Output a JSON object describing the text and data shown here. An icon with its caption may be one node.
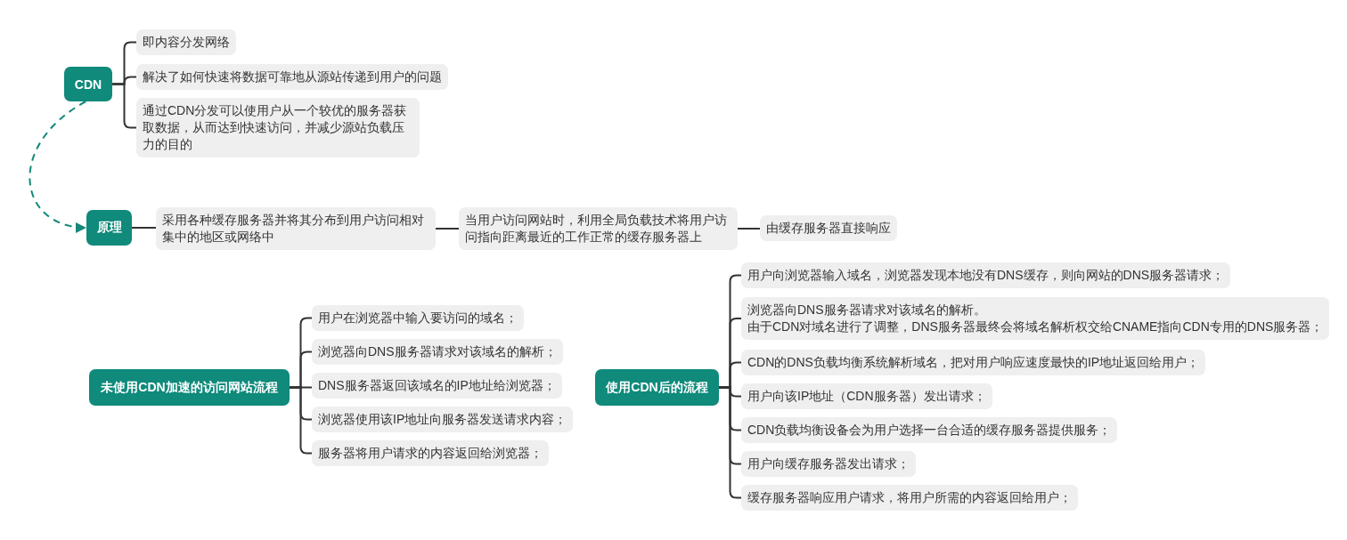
{
  "diagram": {
    "nodes": [
      {
        "text": [
          "CDN"
        ]
      },
      {
        "text": [
          "即内容分发网络"
        ]
      },
      {
        "text": [
          "解决了如何快速将数据可靠地从源站传递到用户的问题"
        ]
      },
      {
        "text": [
          "通过CDN分发可以使用户从一个较优的服务器获取数据，从而达到快速访问，并减少源站负载压力的目的"
        ]
      },
      {
        "text": [
          "原理"
        ]
      },
      {
        "text": [
          "采用各种缓存服务器并将其分布到用户访问相对集中的地区或网络中"
        ]
      },
      {
        "text": [
          "当用户访问网站时，利用全局负载技术将用户访问指向距离最近的工作正常的缓存服务器上"
        ]
      },
      {
        "text": [
          "由缓存服务器直接响应"
        ]
      },
      {
        "text": [
          "未使用CDN加速的访问网站流程"
        ]
      },
      {
        "text": [
          "用户在浏览器中输入要访问的域名；"
        ]
      },
      {
        "text": [
          "浏览器向DNS服务器请求对该域名的解析；"
        ]
      },
      {
        "text": [
          "DNS服务器返回该域名的IP地址给浏览器；"
        ]
      },
      {
        "text": [
          "浏览器使用该IP地址向服务器发送请求内容；"
        ]
      },
      {
        "text": [
          "服务器将用户请求的内容返回给浏览器；"
        ]
      },
      {
        "text": [
          "使用CDN后的流程"
        ]
      },
      {
        "text": [
          "用户向浏览器输入域名，浏览器发现本地没有DNS缓存，则向网站的DNS服务器请求；"
        ]
      },
      {
        "text": [
          "浏览器向DNS服务器请求对该域名的解析。",
          "由于CDN对域名进行了调整，DNS服务器最终会将域名解析权交给CNAME指向CDN专用的DNS服务器；"
        ]
      },
      {
        "text": [
          "CDN的DNS负载均衡系统解析域名，把对用户响应速度最快的IP地址返回给用户；"
        ]
      },
      {
        "text": [
          "用户向该IP地址（CDN服务器）发出请求；"
        ]
      },
      {
        "text": [
          "CDN负载均衡设备会为用户选择一台合适的缓存服务器提供服务；"
        ]
      },
      {
        "text": [
          "用户向缓存服务器发出请求；"
        ]
      },
      {
        "text": [
          "缓存服务器响应用户请求，将用户所需的内容返回给用户；"
        ]
      }
    ],
    "edges": [
      {
        "from": 0,
        "to": 1,
        "arrow": "none"
      },
      {
        "from": 0,
        "to": 2,
        "arrow": "none"
      },
      {
        "from": 0,
        "to": 3,
        "arrow": "none"
      },
      {
        "from": 0,
        "to": 4,
        "arrow": "to",
        "style": "dashed",
        "color": "#14897a"
      },
      {
        "from": 4,
        "to": 5,
        "arrow": "none"
      },
      {
        "from": 5,
        "to": 6,
        "arrow": "none"
      },
      {
        "from": 6,
        "to": 7,
        "arrow": "none"
      },
      {
        "from": 8,
        "to": 9,
        "arrow": "none"
      },
      {
        "from": 8,
        "to": 10,
        "arrow": "none"
      },
      {
        "from": 8,
        "to": 11,
        "arrow": "none"
      },
      {
        "from": 8,
        "to": 12,
        "arrow": "none"
      },
      {
        "from": 8,
        "to": 13,
        "arrow": "none"
      },
      {
        "from": 14,
        "to": 15,
        "arrow": "none"
      },
      {
        "from": 14,
        "to": 16,
        "arrow": "none"
      },
      {
        "from": 14,
        "to": 17,
        "arrow": "none"
      },
      {
        "from": 14,
        "to": 18,
        "arrow": "none"
      },
      {
        "from": 14,
        "to": 19,
        "arrow": "none"
      },
      {
        "from": 14,
        "to": 20,
        "arrow": "none"
      },
      {
        "from": 14,
        "to": 21,
        "arrow": "none"
      }
    ]
  }
}
